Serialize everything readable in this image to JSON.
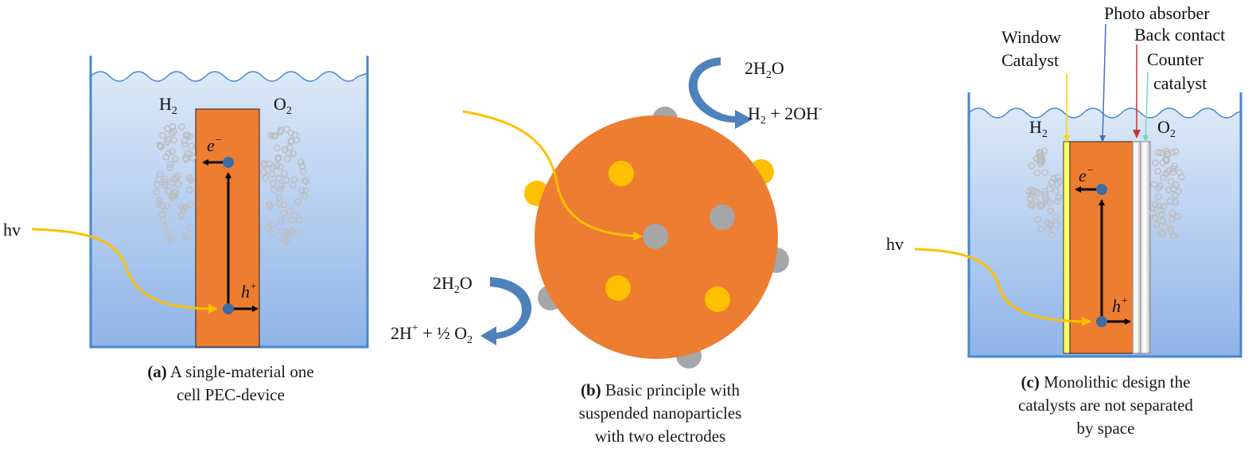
{
  "panel_a": {
    "label_h2": "H",
    "label_h2_sub": "2",
    "label_o2": "O",
    "label_o2_sub": "2",
    "electron": "e",
    "electron_sup": "−",
    "hole": "h",
    "hole_sup": "+",
    "light": "hv",
    "caption_tag": "(a)",
    "caption_line1": " A single-material one",
    "caption_line2": "cell PEC-device"
  },
  "panel_b": {
    "top_reactant_pre": "2H",
    "top_reactant_sub": "2",
    "top_reactant_post": "O",
    "top_product_pre": "H",
    "top_product_sub": "2",
    "top_product_post": " + 2OH",
    "top_product_sup": "-",
    "bottom_reactant_pre": "2H",
    "bottom_reactant_sub": "2",
    "bottom_reactant_post": "O",
    "bottom_product_pre": "2H",
    "bottom_product_sup": "+",
    "bottom_product_mid": " + ½ O",
    "bottom_product_sub": "2",
    "caption_tag": "(b)",
    "caption_line1": " Basic principle with",
    "caption_line2": "suspended nanoparticles",
    "caption_line3": "with two electrodes"
  },
  "panel_c": {
    "label_window_1": "Window",
    "label_window_2": "Catalyst",
    "label_photo": "Photo absorber",
    "label_back": "Back contact",
    "label_counter_1": "Counter",
    "label_counter_2": "catalyst",
    "label_h2": "H",
    "label_h2_sub": "2",
    "label_o2": "O",
    "label_o2_sub": "2",
    "electron": "e",
    "electron_sup": "−",
    "hole": "h",
    "hole_sup": "+",
    "light": "hv",
    "caption_tag": "(c)",
    "caption_line1": " Monolithic design the",
    "caption_line2": "catalysts are not separated",
    "caption_line3": "by space"
  },
  "colors": {
    "water_top": "#dce9f8",
    "water_bottom": "#8fb4e8",
    "container": "#4a86d0",
    "electrode": "#ed7d31",
    "light_ray": "#ffc000",
    "carrier": "#3b6ea5",
    "bubble": "#bdbdbd",
    "catalyst_grey": "#a6a6a6",
    "catalyst_yellow": "#ffc000",
    "arrow_blue": "#4f81bd",
    "window_layer": "#ffff66",
    "pointer_yellow": "#ffd700",
    "pointer_blue": "#4472c4",
    "pointer_red": "#c0392b",
    "pointer_green": "#7fd3c0"
  }
}
